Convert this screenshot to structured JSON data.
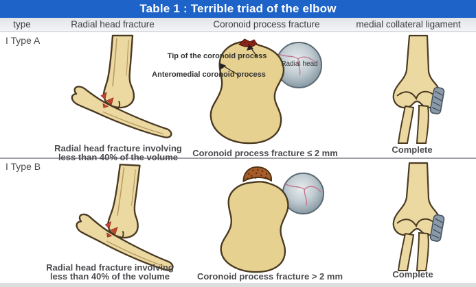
{
  "title_bar": {
    "text": "Table 1 : Terrible triad of the elbow",
    "bg_color": "#1e63c7",
    "text_color": "#ffffff"
  },
  "column_headers": [
    {
      "label": "type"
    },
    {
      "label": "Radial head fracture"
    },
    {
      "label": "Coronoid process fracture"
    },
    {
      "label": "medial collateral ligament"
    }
  ],
  "rows": [
    {
      "type_label": "I Type A",
      "annotations": {
        "tip_label": "Tip of the coronoid process",
        "anteromedial_label": "Anteromedial coronoid process",
        "radial_head_label": "Radial head"
      },
      "captions": {
        "radial_head_line1": "Radial head fracture involving",
        "radial_head_line2": "less than 40% of the volume",
        "coronoid": "Coronoid process fracture ≤ 2 mm",
        "ligament": "Complete"
      }
    },
    {
      "type_label": "I Type B",
      "captions": {
        "radial_head_line1": "Radial head fracture involving",
        "radial_head_line2": "less than 40% of the volume",
        "coronoid": "Coronoid process fracture > 2 mm",
        "ligament": "Complete"
      }
    }
  ],
  "colors": {
    "header_blue": "#1e63c7",
    "bone_fill": "#ecd9a2",
    "bone_outline": "#4a3a22",
    "sphere_gray": "#8fa2ad",
    "crack_pink": "#c4748c",
    "fracture_red": "#c54630",
    "fragment_brown": "#a65b28",
    "ligament_gray": "#8a9aa8"
  }
}
